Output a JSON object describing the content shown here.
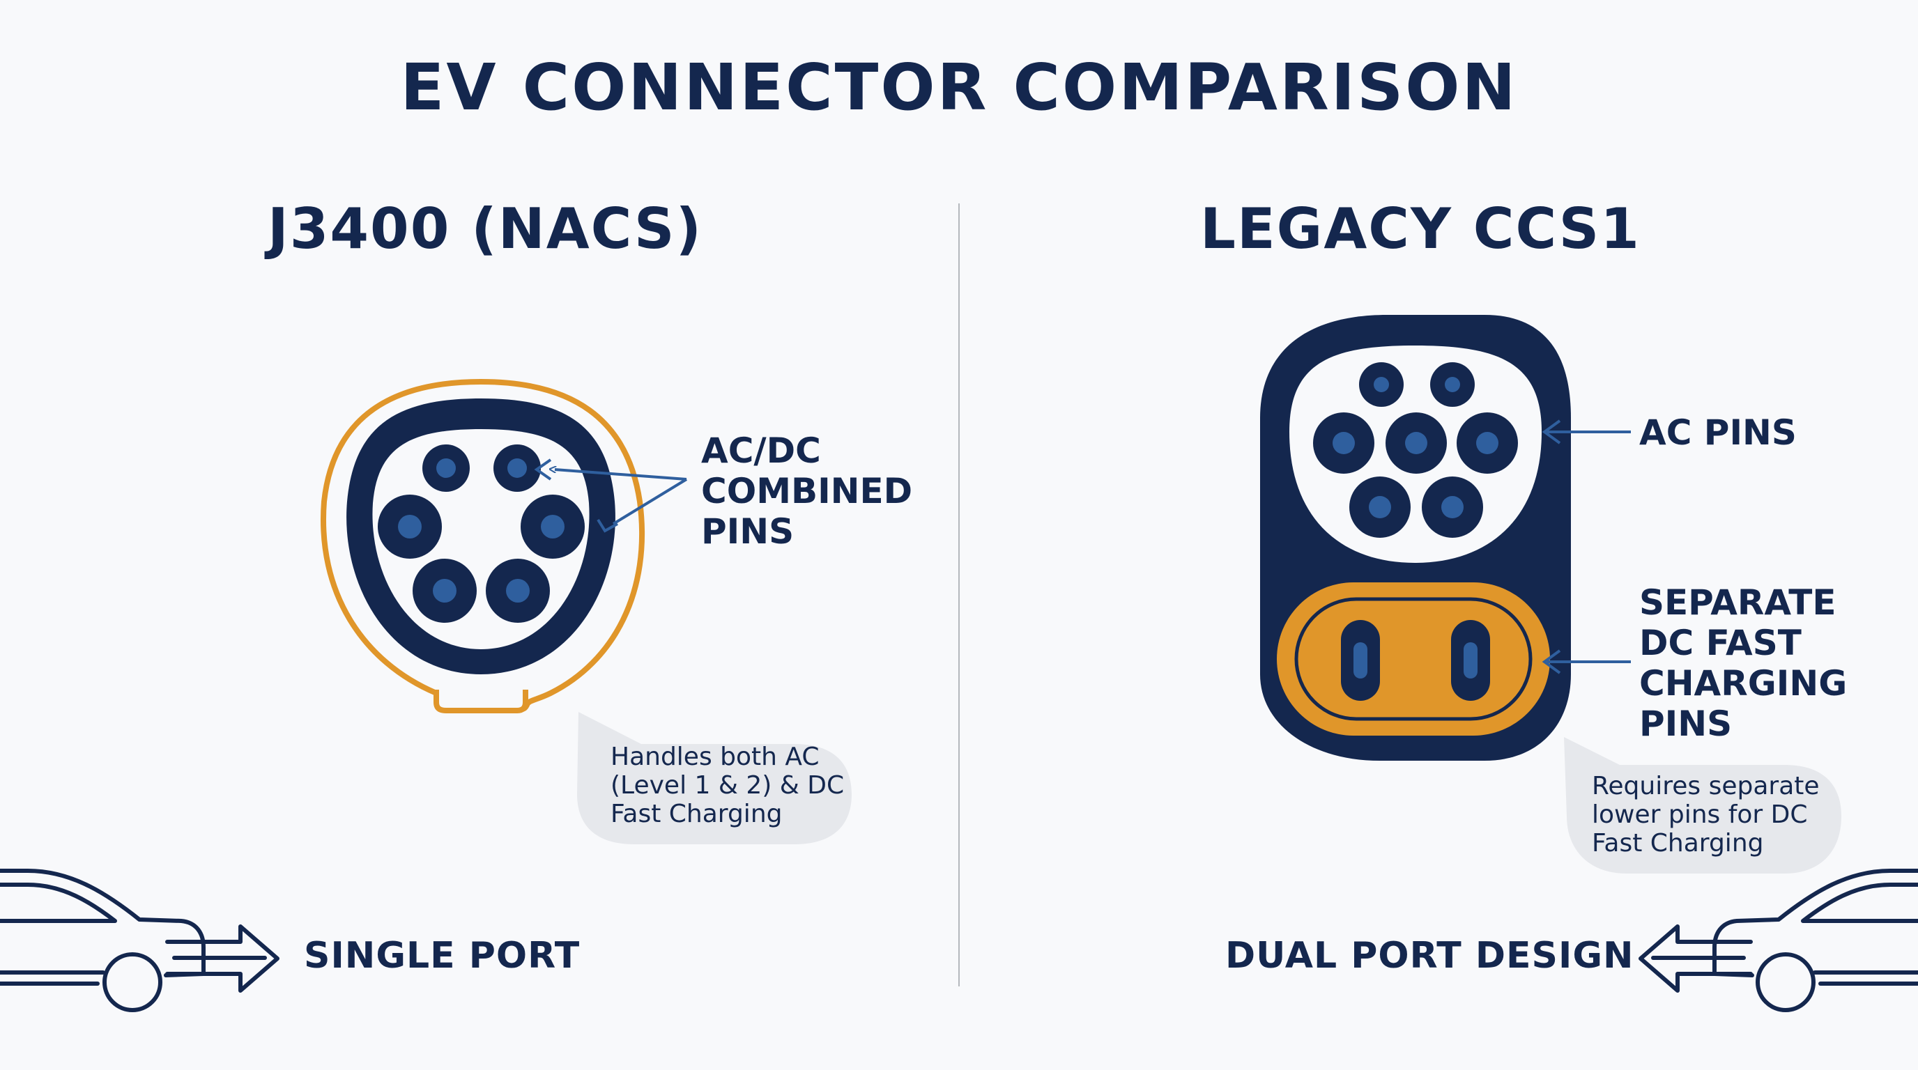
{
  "title": "EV CONNECTOR COMPARISON",
  "colors": {
    "navy": "#14274e",
    "pin_blue": "#2f5f9e",
    "orange": "#e0962a",
    "bubble": "#e6e8ec",
    "divider": "#b5b8bd"
  },
  "left": {
    "heading": "J3400 (NACS)",
    "callout_lines": [
      "AC/DC",
      "COMBINED",
      "PINS"
    ],
    "note_lines": [
      "Handles both AC",
      "(Level 1 & 2) & DC",
      "Fast Charging"
    ],
    "port_label": "SINGLE PORT"
  },
  "right": {
    "heading": "LEGACY CCS1",
    "ac_callout": "AC PINS",
    "dc_callout_lines": [
      "SEPARATE",
      "DC FAST",
      "CHARGING",
      "PINS"
    ],
    "note_lines": [
      "Requires separate",
      "lower pins for DC",
      "Fast Charging"
    ],
    "port_label": "DUAL PORT DESIGN"
  },
  "icons": {
    "left_car": "car-outline-icon",
    "left_arrow": "double-arrow-right-icon",
    "right_car": "car-outline-icon",
    "right_arrow": "double-arrow-left-icon"
  }
}
